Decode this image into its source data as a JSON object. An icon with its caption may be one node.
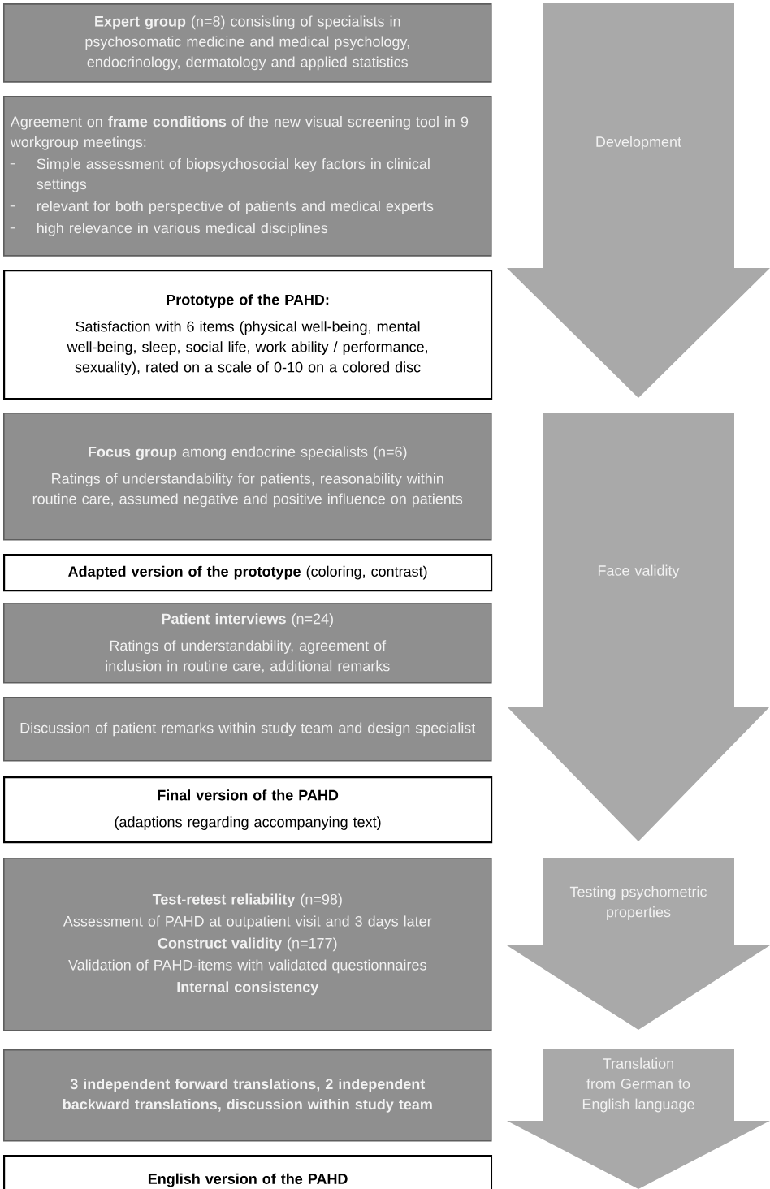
{
  "diagram": {
    "nodes": [
      {
        "text": [
          "**Expert group** (n=8) consisting of specialists in psychosomatic medicine and medical psychology, endocrinology, dermatology and applied statistics"
        ]
      },
      {
        "text": [
          "Agreement on **frame conditions** of the new visual screening tool in 9 workgroup meetings:",
          "Simple assessment of biopsychosocial key factors in clinical settings",
          "relevant for both perspective of patients and medical experts",
          "high relevance in various medical disciplines"
        ]
      },
      {
        "text": [
          "Prototype of the PAHD:",
          "Satisfaction with 6 items (physical well-being, mental well-being, sleep, social life, work ability / performance, sexuality), rated on a scale of 0-10 on a colored disc"
        ]
      },
      {
        "text": [
          "**Focus group** among endocrine specialists (n=6)",
          "Ratings of understandability for patients, reasonability within routine care, assumed negative and positive influence on patients"
        ]
      },
      {
        "text": [
          "**Adapted version of the prototype** (coloring, contrast)"
        ]
      },
      {
        "text": [
          "**Patient interviews** (n=24)",
          "Ratings of understandability, agreement of inclusion in routine care, additional remarks"
        ]
      },
      {
        "text": [
          "Discussion of patient remarks within study team and design specialist"
        ]
      },
      {
        "text": [
          "Final version of the PAHD",
          "(adaptions regarding accompanying text)"
        ]
      },
      {
        "text": [
          "**Test-retest reliability** (n=98)",
          "Assessment of PAHD at outpatient visit and 3 days later",
          "**Construct validity** (n=177)",
          "Validation of PAHD-items with validated questionnaires",
          "Internal consistency"
        ]
      },
      {
        "text": [
          "3 independent forward translations, 2 independent backward translations, discussion within study team"
        ]
      },
      {
        "text": [
          "English version of the PAHD"
        ]
      },
      {
        "text": [
          "Development"
        ]
      },
      {
        "text": [
          "Face validity"
        ]
      },
      {
        "text": [
          "Testing psychometric properties"
        ]
      },
      {
        "text": [
          "Translation from German to English language"
        ]
      }
    ]
  }
}
